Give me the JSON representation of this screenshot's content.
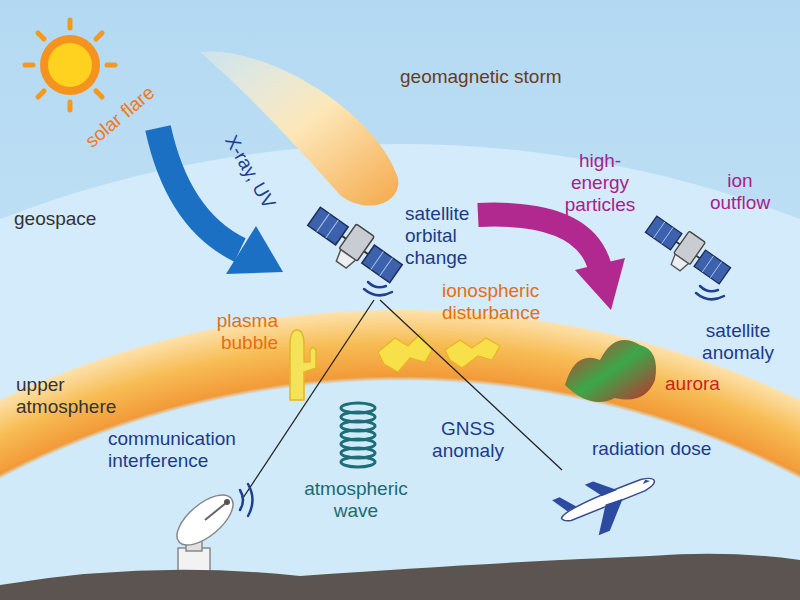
{
  "diagram": {
    "labels": [
      "geomagnetic storm",
      "solar flare",
      "X-ray, UV",
      "geospace",
      "high-energy particles",
      "ion outflow",
      "satellite orbital change",
      "ionospheric disturbance",
      "plasma bubble",
      "satellite anomaly",
      "upper atmosphere",
      "aurora",
      "communication interference",
      "GNSS anomaly",
      "radiation dose",
      "atmospheric wave"
    ]
  }
}
